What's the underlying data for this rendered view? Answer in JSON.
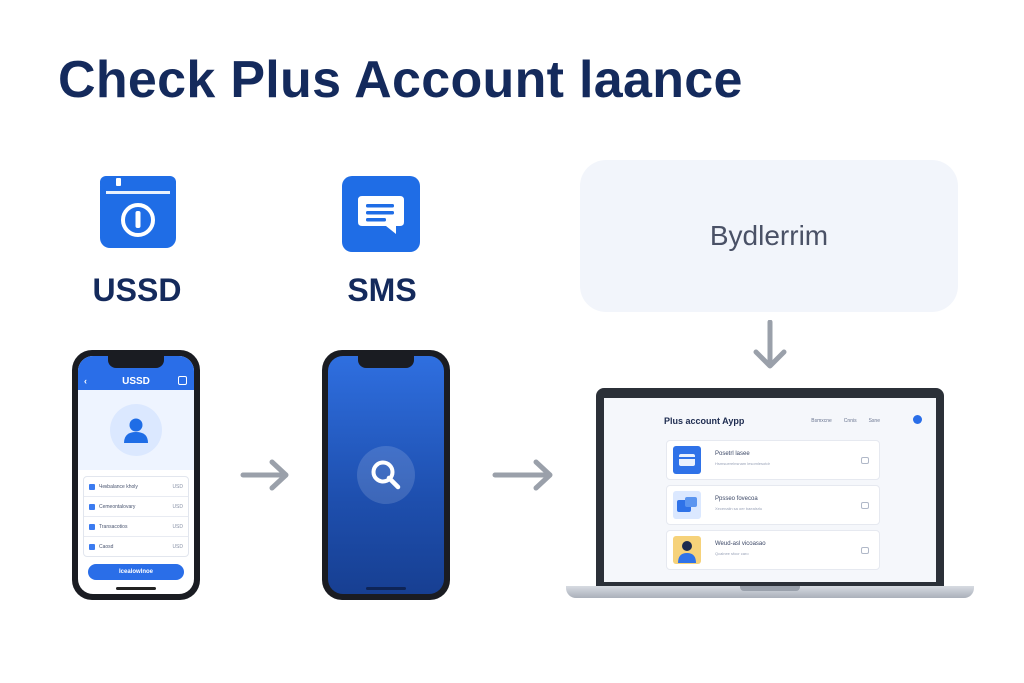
{
  "title": "Check Plus Account laance",
  "methods": {
    "ussd": {
      "label": "USSD",
      "icon": "power-window-icon"
    },
    "sms": {
      "label": "SMS",
      "icon": "message-bubble-icon"
    }
  },
  "browser": {
    "label": "Bydlerrim"
  },
  "phone_ussd": {
    "header": "USSD",
    "back_icon": "chevron-left-icon",
    "avatar_icon": "user-icon",
    "rows": [
      {
        "label": "Чекbalance kholy",
        "value": "USD"
      },
      {
        "label": "Cemeontalovary",
        "value": "USD"
      },
      {
        "label": "Transacotios",
        "value": "USD"
      },
      {
        "label": "Caosd",
        "value": "USD"
      }
    ],
    "button": "Icealowlnoe"
  },
  "phone_sms": {
    "icon": "search-icon"
  },
  "laptop_app": {
    "title": "Plus account Aypp",
    "nav": [
      "Bsmxcne",
      "Cnnis",
      "Ssne"
    ],
    "cards": [
      {
        "title": "Posetrl lasee",
        "sub": "Hsmsuerelnsnam lesomlesotdr",
        "icon": "card-icon"
      },
      {
        "title": "Ppsseo fovecoa",
        "sub": "Xecenaiin sa oer baealsrlu",
        "icon": "send-money-icon"
      },
      {
        "title": "Weud-asl vicoasao",
        "sub": "Qcalnee sfocr caro",
        "icon": "person-icon"
      }
    ]
  },
  "colors": {
    "brand_blue": "#1f6de6",
    "title_navy": "#142a5c",
    "arrow_gray": "#9aa0aa"
  }
}
